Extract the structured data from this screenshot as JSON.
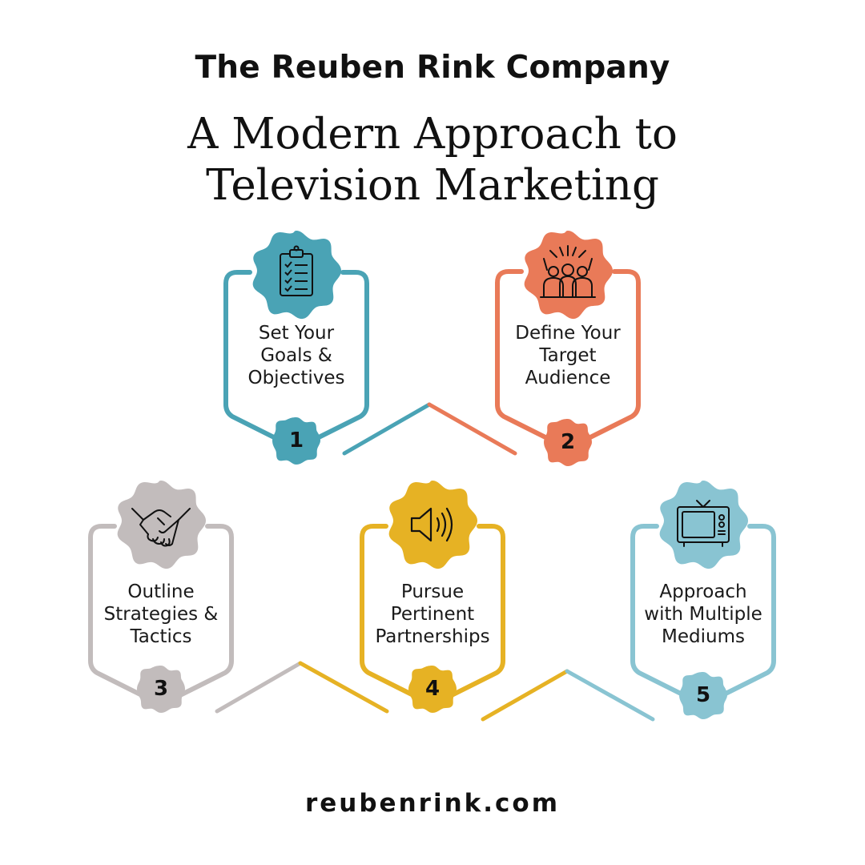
{
  "header": {
    "company": "The Reuben Rink Company",
    "title_line1": "A Modern Approach to",
    "title_line2": "Television Marketing"
  },
  "steps": [
    {
      "number": "1",
      "line1": "Set Your",
      "line2": "Goals &",
      "line3": "Objectives",
      "color": "#4aa3b5",
      "icon": "clipboard-checklist-icon"
    },
    {
      "number": "2",
      "line1": "Define Your",
      "line2": "Target",
      "line3": "Audience",
      "color": "#e97a58",
      "icon": "audience-crowd-icon"
    },
    {
      "number": "3",
      "line1": "Outline",
      "line2": "Strategies &",
      "line3": "Tactics",
      "color": "#c2bcbc",
      "icon": "handshake-icon"
    },
    {
      "number": "4",
      "line1": "Pursue",
      "line2": "Pertinent",
      "line3": "Partnerships",
      "color": "#e6b224",
      "icon": "speaker-icon"
    },
    {
      "number": "5",
      "line1": "Approach",
      "line2": "with Multiple",
      "line3": "Mediums",
      "color": "#89c4d2",
      "icon": "television-icon"
    }
  ],
  "footer": {
    "website": "reubenrink.com"
  }
}
